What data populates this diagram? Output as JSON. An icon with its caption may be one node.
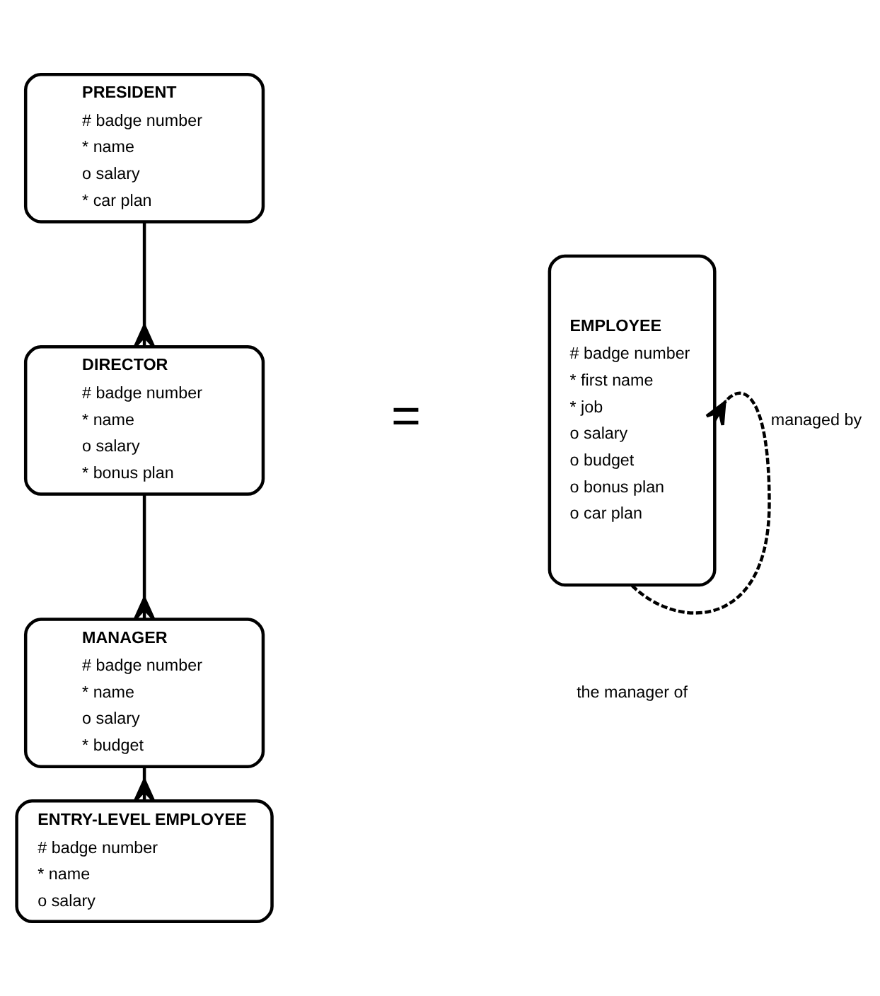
{
  "diagram": {
    "nodes": [
      {
        "text": [
          "PRESIDENT",
          "# badge number",
          "* name",
          "o salary",
          "* car plan"
        ]
      },
      {
        "text": [
          "DIRECTOR",
          "# badge number",
          "* name",
          "o salary",
          "* bonus plan"
        ]
      },
      {
        "text": [
          "MANAGER",
          "# badge number",
          "* name",
          "o salary",
          "* budget"
        ]
      },
      {
        "text": [
          "ENTRY-LEVEL EMPLOYEE",
          "# badge number",
          "* name",
          "o salary"
        ]
      },
      {
        "text": [
          "EMPLOYEE",
          "# badge number",
          "* first name",
          "* job",
          "o salary",
          "o budget",
          "o bonus plan",
          "o car plan"
        ]
      }
    ],
    "edges": [
      {
        "from": 0,
        "to": 1,
        "arrow": "other"
      },
      {
        "from": 1,
        "to": 2,
        "arrow": "other"
      },
      {
        "from": 2,
        "to": 3,
        "arrow": "other"
      },
      {
        "from": 4,
        "to": 4,
        "arrow": "other",
        "style": "dashed",
        "label": "managed by"
      }
    ],
    "labels": [
      "=",
      "the manager of"
    ]
  }
}
